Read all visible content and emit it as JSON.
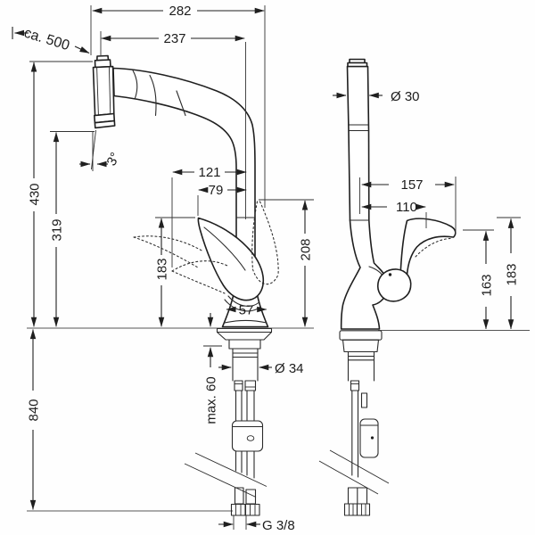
{
  "drawing_title": "Kitchen faucet installation dimension drawing",
  "views": {
    "front": "front-view",
    "side": "side-view"
  },
  "colors": {
    "line": "#1f1f1f",
    "guide": "#555555",
    "background": "#fefefe"
  },
  "dims": {
    "d282": "282",
    "d237": "237",
    "ca500": "ca. 500",
    "d430": "430",
    "d319": "319",
    "deg3": "3°",
    "d121": "121",
    "d79": "79",
    "d183f": "183",
    "d57": "57",
    "d208": "208",
    "d840": "840",
    "dia34": "Ø 34",
    "max60": "max. 60",
    "g38": "G 3/8",
    "dia30": "Ø 30",
    "d157": "157",
    "d110": "110",
    "d163": "163",
    "d183s": "183"
  }
}
